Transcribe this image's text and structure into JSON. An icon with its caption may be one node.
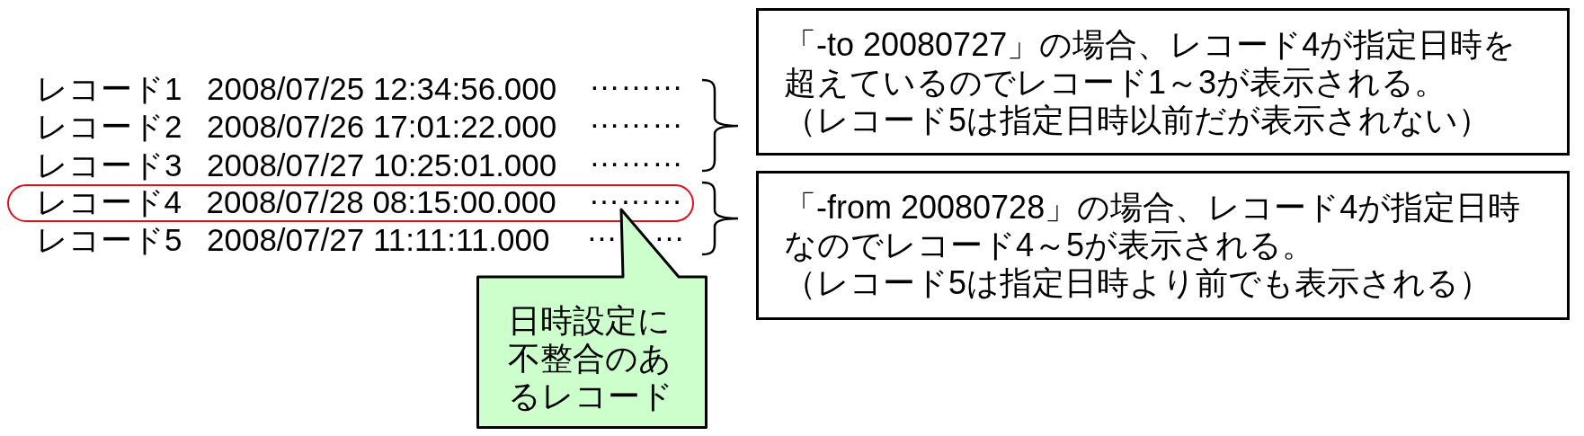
{
  "diagram": {
    "nodes": [
      {
        "text": [
          "レコード4",
          "2008/07/28 08:15:00.000",
          "………"
        ]
      },
      {
        "text": [
          "日時設定に不整合のあるレコード"
        ]
      },
      {
        "text": [
          "「-to 20080727」の場合、レコード4が指定日時を超えているのでレコード1～3が表示される。",
          "（レコード5は指定日時以前だが表示されない）"
        ]
      },
      {
        "text": [
          "「-from 20080728」の場合、レコード4が指定日時なのでレコード4～5が表示される。",
          "（レコード5は指定日時より前でも表示される）"
        ]
      }
    ],
    "labels": [
      "レコード1",
      "2008/07/25 12:34:56.000",
      "………",
      "レコード2",
      "2008/07/26 17:01:22.000",
      "………",
      "レコード3",
      "2008/07/27 10:25:01.000",
      "………",
      "レコード5",
      "2008/07/27 11:11:11.000",
      "…",
      "…"
    ]
  }
}
